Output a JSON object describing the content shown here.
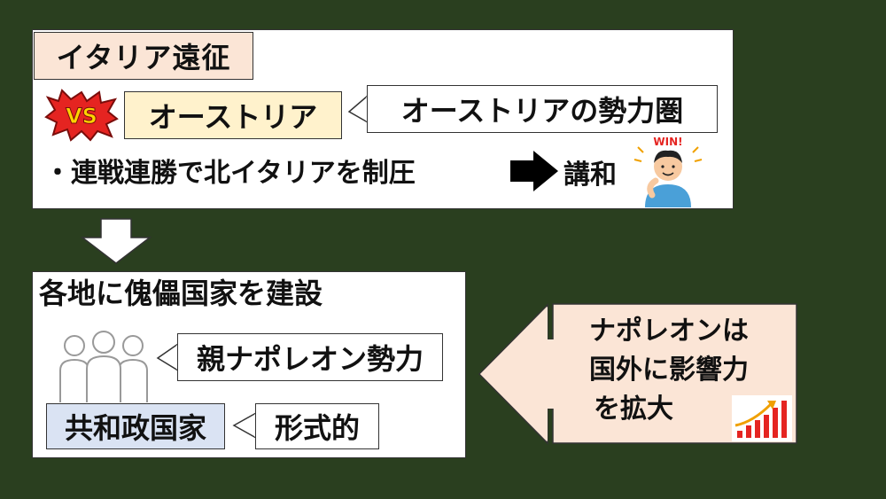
{
  "top_panel": {
    "title": "イタリア遠征",
    "vs_badge": "VS",
    "opponent": "オーストリア",
    "sphere_callout": "オーストリアの勢力圏",
    "conquest": "・連戦連勝で北イタリアを制圧",
    "peace": "講和",
    "win_label": "WIN!"
  },
  "bottom_panel": {
    "title": "各地に傀儡国家を建設",
    "pro_callout": "親ナポレオン勢力",
    "republic": "共和政国家",
    "formal_callout": "形式的"
  },
  "side_arrow": {
    "line1": "ナポレオンは",
    "line2": "国外に影響力",
    "line3": "を拡大"
  },
  "colors": {
    "background": "#2a3f1f",
    "title_fill": "#fbe5d6",
    "austria_fill": "#fff2cc",
    "republic_fill": "#dae3f3",
    "arrow_fill": "#fbe5d6",
    "vs_red": "#e52421"
  }
}
